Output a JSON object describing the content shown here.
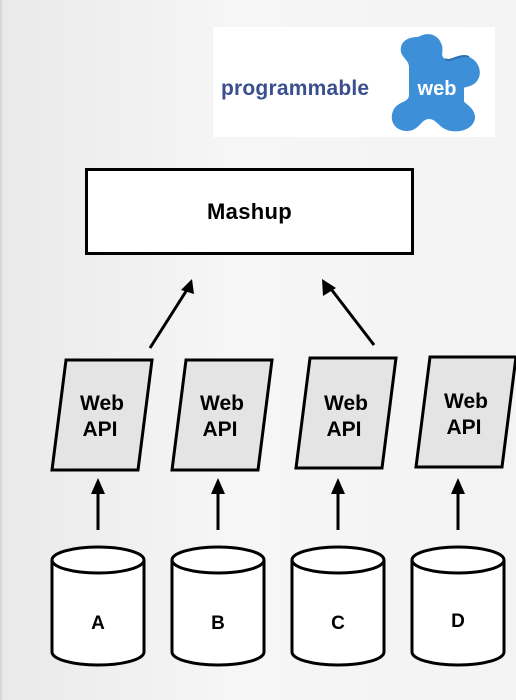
{
  "logo": {
    "text": "programmable",
    "highlight": "web",
    "accent_color": "#3d8fd8",
    "text_color": "#3a4f8f"
  },
  "mashup": {
    "label": "Mashup"
  },
  "apis": [
    {
      "line1": "Web",
      "line2": "API"
    },
    {
      "line1": "Web",
      "line2": "API"
    },
    {
      "line1": "Web",
      "line2": "API"
    },
    {
      "line1": "Web",
      "line2": "API"
    }
  ],
  "databases": [
    {
      "label": "A"
    },
    {
      "label": "B"
    },
    {
      "label": "C"
    },
    {
      "label": "D"
    }
  ]
}
